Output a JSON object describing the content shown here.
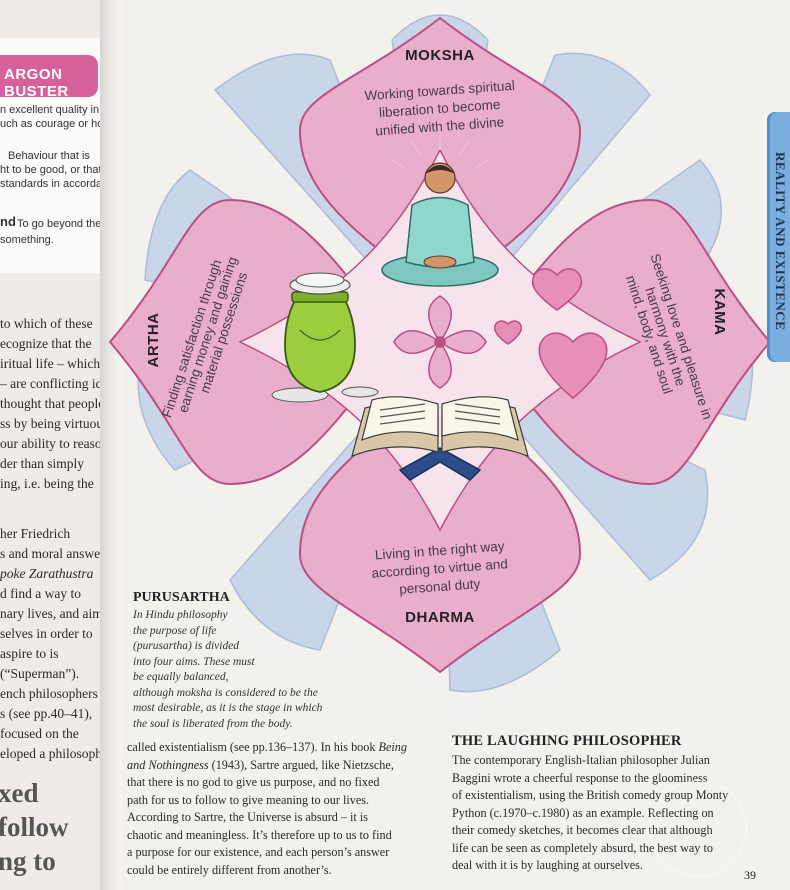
{
  "left_page": {
    "jargon_header": "ARGON BUSTER",
    "jargon_lines": [
      "n excellent quality in",
      "uch as courage or honesty",
      "Behaviour that is",
      "ht to be good, or that shows",
      "standards in accordance",
      "To go beyond the range",
      "something."
    ],
    "jargon_term_fragment": "nd",
    "body_lines": [
      "to which of these",
      "ecognize that the",
      "iritual life – which",
      "– are conflicting ideas",
      "thought that people",
      "ss by being virtuous",
      "our ability to reason.",
      "der than simply",
      "ing, i.e. being the",
      "her Friedrich",
      "s and moral answers",
      "poke Zarathustra",
      "d find a way to",
      "nary lives, and aim",
      "selves in order to",
      "aspire to is",
      "(“Superman”).",
      "ench philosophers",
      "s (see pp.40–41),",
      "focused on the",
      "eloped a philosophy"
    ],
    "large_text": [
      "xed",
      "follow",
      "ng to"
    ]
  },
  "diagram": {
    "moksha": {
      "label": "MOKSHA",
      "lines": [
        "Working towards spiritual",
        "liberation to become",
        "unified with the divine"
      ]
    },
    "kama": {
      "label": "KAMA",
      "lines": [
        "Seeking love and pleasure in",
        "harmony with the",
        "mind, body, and soul"
      ]
    },
    "dharma": {
      "label": "DHARMA",
      "lines": [
        "Living in the right way",
        "according to virtue and",
        "personal duty"
      ]
    },
    "artha": {
      "label": "ARTHA",
      "lines": [
        "Finding satisfaction through",
        "earning money and gaining",
        "material possessions"
      ]
    },
    "colors": {
      "outer_petal": "#c9d6ea",
      "petal": "#eaaecd",
      "petal_stroke": "#b94f82",
      "center_bg": "#f6e3ec"
    },
    "icons": [
      "meditating-figure-icon",
      "heart-icon",
      "open-book-icon",
      "money-pot-icon",
      "flower-center-icon"
    ]
  },
  "section_tab": "REALITY AND EXISTENCE",
  "caption": {
    "title": "PURUSARTHA",
    "lines": [
      "In Hindu philosophy",
      "the purpose of life",
      "(purusartha) is divided",
      "into four aims. These must",
      "be equally balanced,",
      "although moksha is considered to be the",
      "most desirable, as it is the stage in which",
      "the soul is liberated from the body."
    ]
  },
  "main_text": {
    "line1": "called existentialism (see pp.136–137). In his book ",
    "line1_italic": "Being",
    "line2_italic": "and Nothingness",
    "line2": " (1943), Sartre argued, like Nietzsche,",
    "rest": [
      "that there is no god to give us purpose, and no fixed",
      "path for us to follow to give meaning to our lives.",
      "According to Sartre, the Universe is absurd – it is",
      "chaotic and meaningless. It’s therefore up to us to find",
      "a purpose for our existence, and each person’s answer",
      "could be entirely different from another’s."
    ]
  },
  "sidebar_article": {
    "title": "THE LAUGHING PHILOSOPHER",
    "lines": [
      "The contemporary English-Italian philosopher Julian",
      "Baggini wrote a cheerful response to the gloominess",
      "of existentialism, using the British comedy group Monty",
      "Python (c.1970–c.1980) as an example. Reflecting on",
      "their comedy sketches, it becomes clear that although",
      "life can be seen as completely absurd, the best way to",
      "deal with it is by laughing at ourselves."
    ]
  },
  "page_number": "39"
}
